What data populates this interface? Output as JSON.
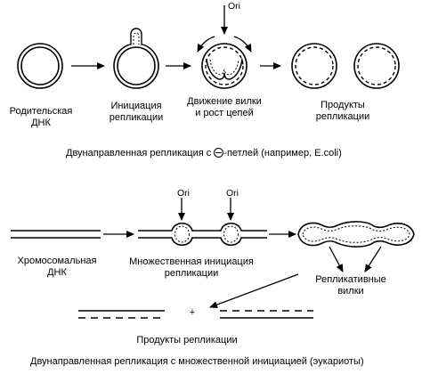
{
  "top": {
    "ori": "Ori",
    "step_labels": [
      [
        "Родительская",
        "ДНК"
      ],
      [
        "Инициация",
        "репликации"
      ],
      [
        "Движение вилки",
        "и рост цепей"
      ],
      [
        "Продукты",
        "репликации"
      ]
    ],
    "caption_before": "Двунаправленная репликация с",
    "caption_after": "-петлей (например, E.coli)"
  },
  "bottom": {
    "ori_1": "Ori",
    "ori_2": "Ori",
    "chromosomal": [
      "Хромосомальная",
      "ДНК"
    ],
    "multiple_init": [
      "Множественная инициация",
      "репликации"
    ],
    "forks": [
      "Репликативные",
      "вилки"
    ],
    "plus": "+",
    "products": "Продукты репликации",
    "caption": "Двунаправленная репликация с множественной инициацией (эукариоты)"
  },
  "colors": {
    "ink": "#000000",
    "background": "#ffffff"
  }
}
